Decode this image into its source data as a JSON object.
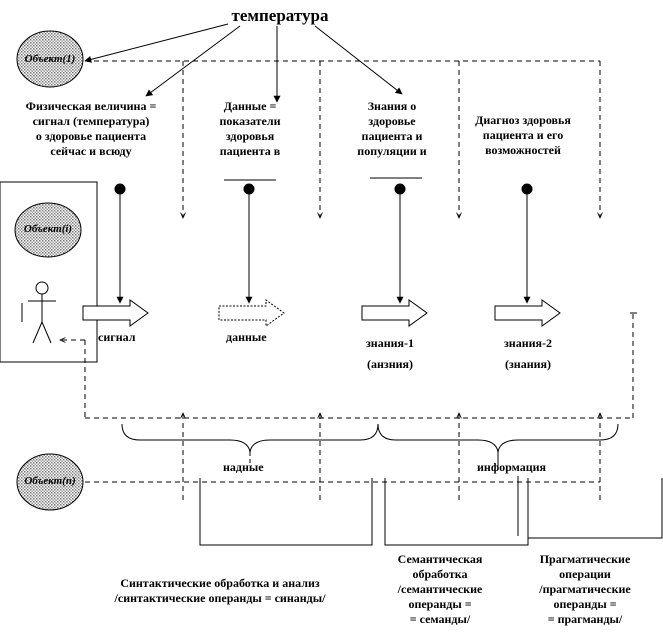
{
  "title": "температура",
  "objects": {
    "top": "Объект(1)",
    "middle": "Объект(i)",
    "bottom": "Объект(n)"
  },
  "columns": [
    {
      "lines": [
        "Физическая величина =",
        "сигнал (температура)",
        "о здоровье пациента",
        "сейчас и всюду"
      ]
    },
    {
      "lines": [
        "Данные =",
        "показатели",
        "здоровья",
        "пациента в"
      ]
    },
    {
      "lines": [
        "Знания о",
        "здоровье",
        "пациента и",
        "популяции и"
      ]
    },
    {
      "lines": [
        "Диагноз здоровья",
        "пациента и его",
        "возможностей"
      ]
    }
  ],
  "flow_labels": {
    "signal": "сигнал",
    "data": "данные",
    "knowledge1_line1": "знания-1",
    "knowledge1_line2": "(анзния)",
    "knowledge2_line1": "знания-2",
    "knowledge2_line2": "(знания)"
  },
  "brace_labels": {
    "left": "надные",
    "right": "информация"
  },
  "bottom_notes": {
    "syntactic": [
      "Синтактические обработка и анализ",
      "/синтактические операнды = синанды/"
    ],
    "semantic": [
      "Семантическая",
      "обработка",
      "/семантические",
      "операнды  =",
      "= семанды/"
    ],
    "pragmatic": [
      "Прагматические",
      "операции",
      "/прагматические",
      "операнды =",
      "= прагманды/"
    ]
  },
  "colors": {
    "ink": "#000000",
    "object_fill": "#c8c8c8"
  }
}
